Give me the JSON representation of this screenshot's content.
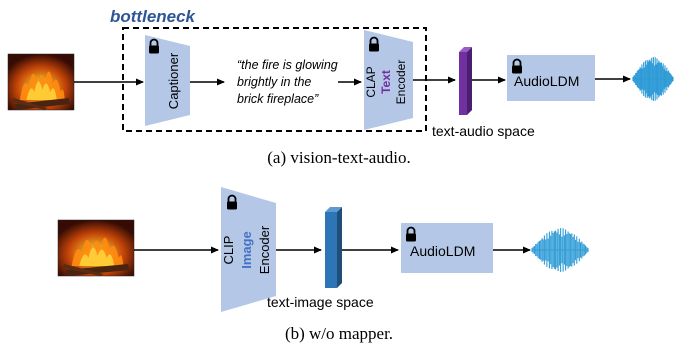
{
  "panel_a": {
    "bottleneck_label": "bottleneck",
    "captioner_label": "Captioner",
    "caption_lines": [
      "“the fire is glowing",
      "brightly in the",
      "brick fireplace”"
    ],
    "clap_label": "CLAP",
    "clap_modality": "Text",
    "clap_encoder": "Encoder",
    "audioldm_label": "AudioLDM",
    "space_label": "text-audio space",
    "caption": "(a)  vision-text-audio."
  },
  "panel_b": {
    "clip_label": "CLIP",
    "clip_modality": "Image",
    "clip_encoder": "Encoder",
    "audioldm_label": "AudioLDM",
    "space_label": "text-image space",
    "caption": "(b) w/o mapper."
  },
  "colors": {
    "module_fill": "#b4c7e7",
    "bottleneck_text": "#2f5597",
    "text_modality": "#7030a0",
    "image_modality": "#4472c4",
    "audio_space_bar": "#7030a0",
    "image_space_bar": "#2e75b6",
    "waveform": "#2e9bd6"
  },
  "icons": [
    "fireplace-image",
    "lock-icon",
    "waveform-icon"
  ]
}
